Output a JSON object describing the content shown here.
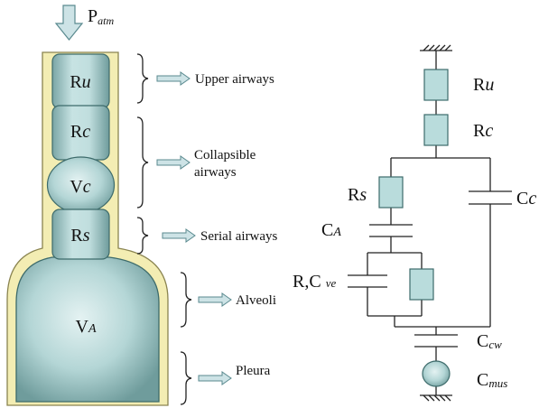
{
  "pressure": {
    "main": "P",
    "sub": "atm"
  },
  "segments": {
    "upper": {
      "main": "R",
      "sub": "u"
    },
    "collapse": {
      "main": "R",
      "sub": "c"
    },
    "volume_c": {
      "main": "V",
      "sub": "c"
    },
    "serial": {
      "main": "R",
      "sub": "s"
    },
    "alveolar": {
      "main": "V",
      "sub": "A"
    }
  },
  "region_labels": {
    "upper": "Upper airways",
    "collapsible_line1": "Collapsible",
    "collapsible_line2": "airways",
    "serial": "Serial airways",
    "alveoli": "Alveoli",
    "pleura": "Pleura"
  },
  "circuit": {
    "ru": {
      "main": "R",
      "sub": "u"
    },
    "rc": {
      "main": "R",
      "sub": "c"
    },
    "rs": {
      "main": "R",
      "sub": "s"
    },
    "cc": {
      "main": "C",
      "sub": "c"
    },
    "ca": {
      "main": "C",
      "sub": "A"
    },
    "rcve": {
      "main": "R,C ",
      "sub": "ve"
    },
    "ccw": {
      "main": "C",
      "sub": "cw"
    },
    "cmus": {
      "main": "C",
      "sub": "mus"
    }
  },
  "colors": {
    "cell_fill": "#b9dcdc",
    "cell_stroke": "#3d6b6b",
    "wall_fill": "#f3edb3",
    "wall_stroke": "#8a8450",
    "arrow_fill": "#cde3e6",
    "arrow_stroke": "#5a8a8f"
  }
}
